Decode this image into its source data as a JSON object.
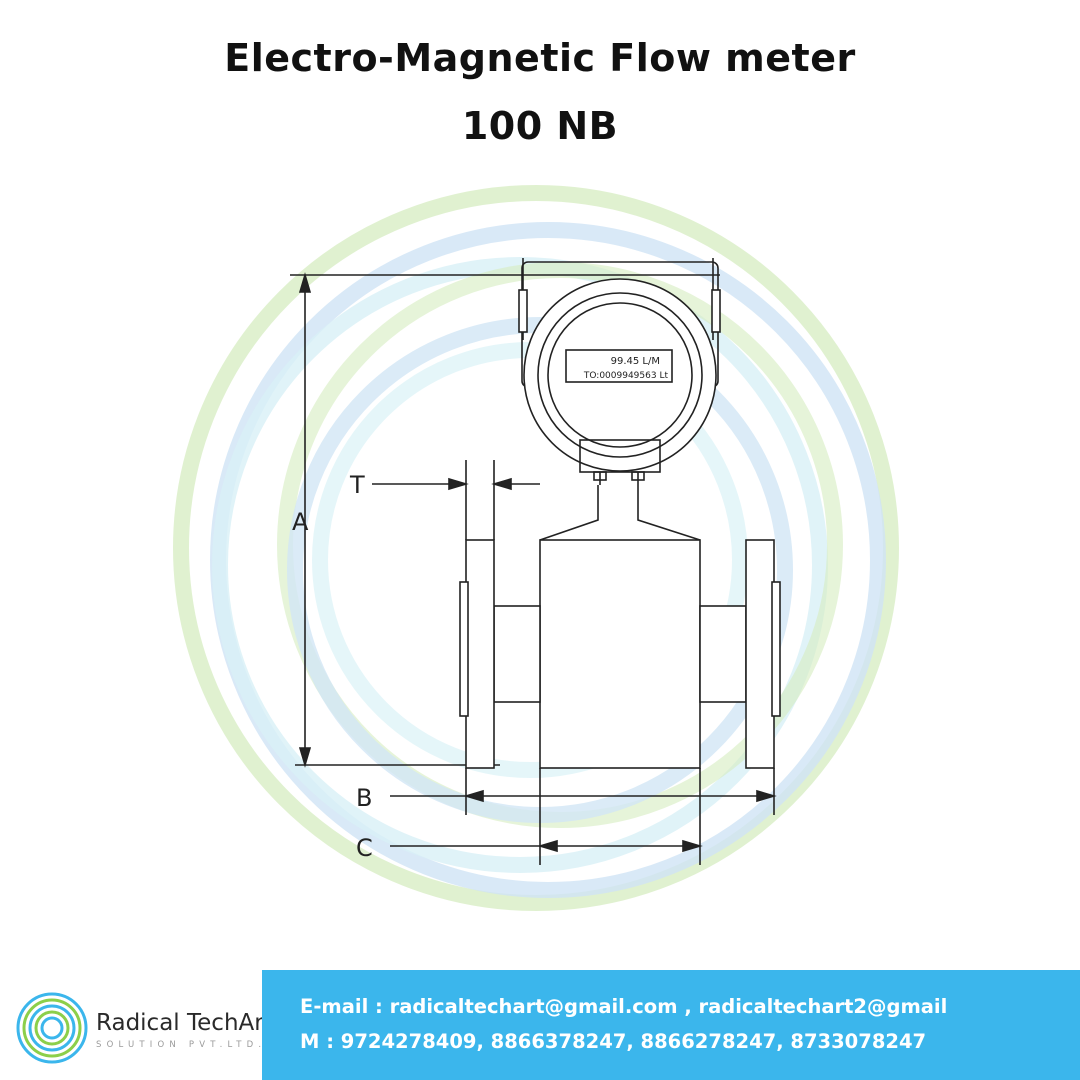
{
  "title": {
    "line1": "Electro-Magnetic Flow meter",
    "line2": "100 NB"
  },
  "diagram": {
    "display_line1": "99.45 L/M",
    "display_line2": "TO:0009949563 Lt",
    "dimension_labels": {
      "A": "A",
      "B": "B",
      "C": "C",
      "T": "T"
    }
  },
  "brand": {
    "name": "Radical TechArt",
    "sub": "SOLUTION PVT.LTD.",
    "colors": {
      "blue": "#3bb6ec",
      "green": "#8ccf4a"
    }
  },
  "contact": {
    "email_line": "E-mail : radicaltechart@gmail.com , radicaltechart2@gmail",
    "phone_line": "M : 9724278409, 8866378247, 8866278247, 8733078247",
    "band_color": "#3bb6ec"
  }
}
